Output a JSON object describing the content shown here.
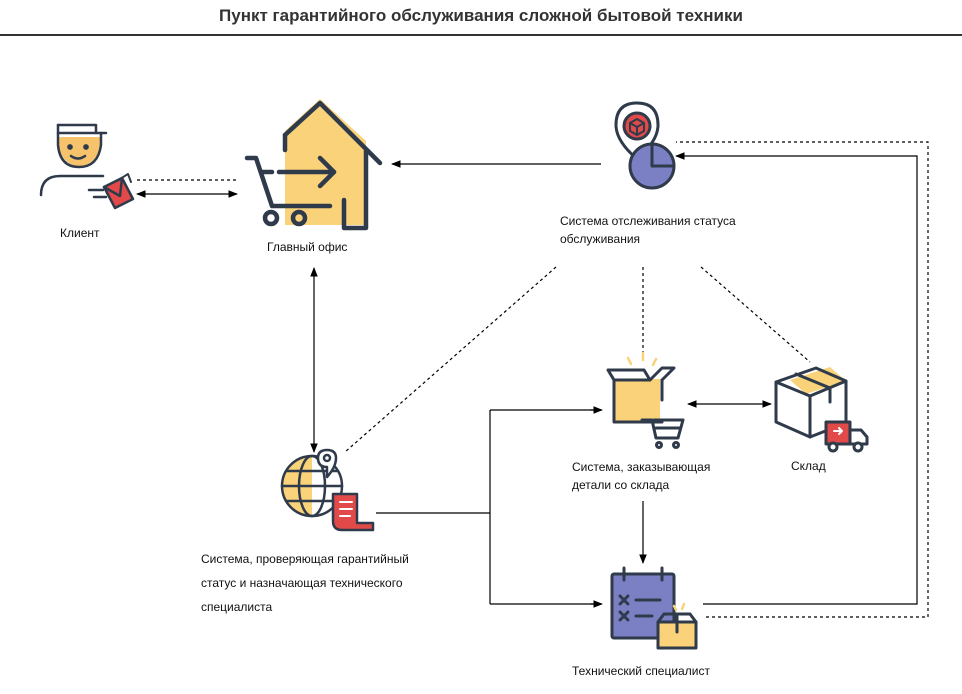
{
  "title": "Пункт гарантийного обслуживания сложной бытовой техники",
  "nodes": {
    "client": {
      "label": "Клиент",
      "icon": "courier-with-envelope-icon"
    },
    "main_office": {
      "label": "Главный офис",
      "icon": "home-cart-icon"
    },
    "tracking": {
      "label": "Система отслеживания статуса обслуживания",
      "icon": "location-box-clock-icon"
    },
    "warranty": {
      "label": "Система, проверяющая гарантийный статус и назначающая технического специалиста",
      "icon": "globe-pin-document-icon"
    },
    "ordering": {
      "label": "Система, заказывающая детали со склада",
      "icon": "open-box-cart-icon"
    },
    "warehouse": {
      "label": "Склад",
      "icon": "package-truck-icon"
    },
    "technician": {
      "label": "Технический специалист",
      "icon": "clipboard-checklist-icon"
    }
  },
  "colors": {
    "stroke": "#2f3a4a",
    "yellow": "#f9d27a",
    "red": "#e24a4a",
    "purple": "#7b7fc4",
    "skin": "#f6c26b"
  }
}
